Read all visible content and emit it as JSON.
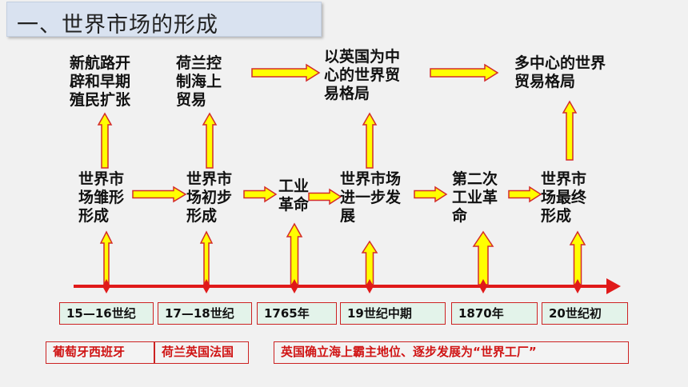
{
  "title": "一、世界市场的形成",
  "top_labels": [
    "新航路开\n辟和早期\n殖民扩张",
    "荷兰控\n制海上\n贸易",
    "以英国为中\n心的世界贸\n易格局",
    "多中心的世界\n贸易格局"
  ],
  "stages": [
    "世界市\n场雏形\n形成",
    "世界市\n场初步\n形成",
    "工业\n革命",
    "世界市场\n进一步发\n展",
    "第二次\n工业革\n命",
    "世界市\n场最终\n形成"
  ],
  "dates": [
    "15—16世纪",
    "17—18世纪",
    "1765年",
    "19世纪中期",
    "1870年",
    "20世纪初"
  ],
  "bottom_notes": [
    "葡萄牙西班牙",
    "荷兰英国法国",
    "英国确立海上霸主地位、逐步发展为“世界工厂”"
  ],
  "colors": {
    "arrow_fill": "#ffff00",
    "arrow_stroke": "#d42a2a",
    "timeline": "#e01a1a",
    "note_text": "#d01515",
    "date_box_fill": "#e3f3ea"
  }
}
